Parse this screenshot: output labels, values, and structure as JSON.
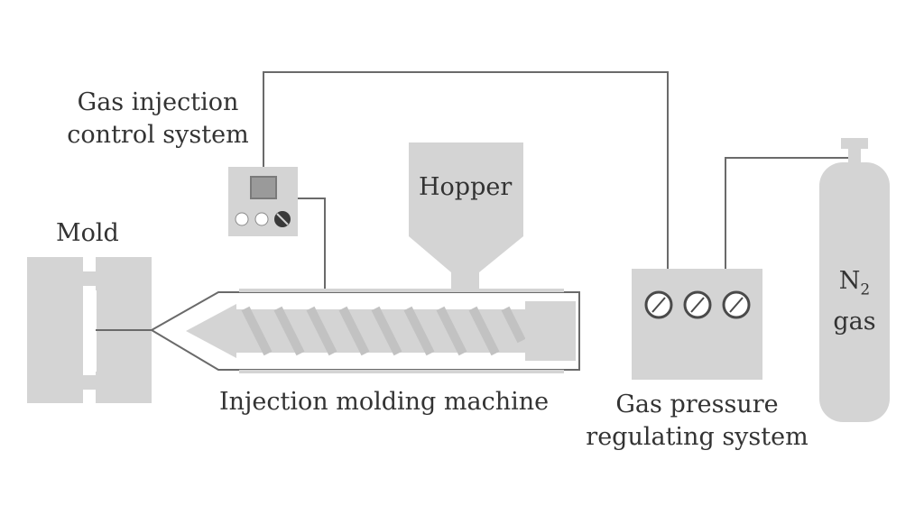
{
  "labels": {
    "gas_injection_control": [
      "Gas injection",
      "control system"
    ],
    "hopper": "Hopper",
    "mold": "Mold",
    "injection_machine": "Injection molding machine",
    "gas_pressure_regulating": [
      "Gas pressure",
      "regulating system"
    ],
    "n2_symbol": "N",
    "n2_subscript": "2",
    "gas_word": "gas"
  },
  "colors": {
    "component_fill": "#d4d4d4",
    "line": "#6a6a6a",
    "text": "#333333",
    "background": "#ffffff"
  },
  "icons": {
    "gauge": "pressure-gauge-icon",
    "knob": "control-knob-icon"
  }
}
